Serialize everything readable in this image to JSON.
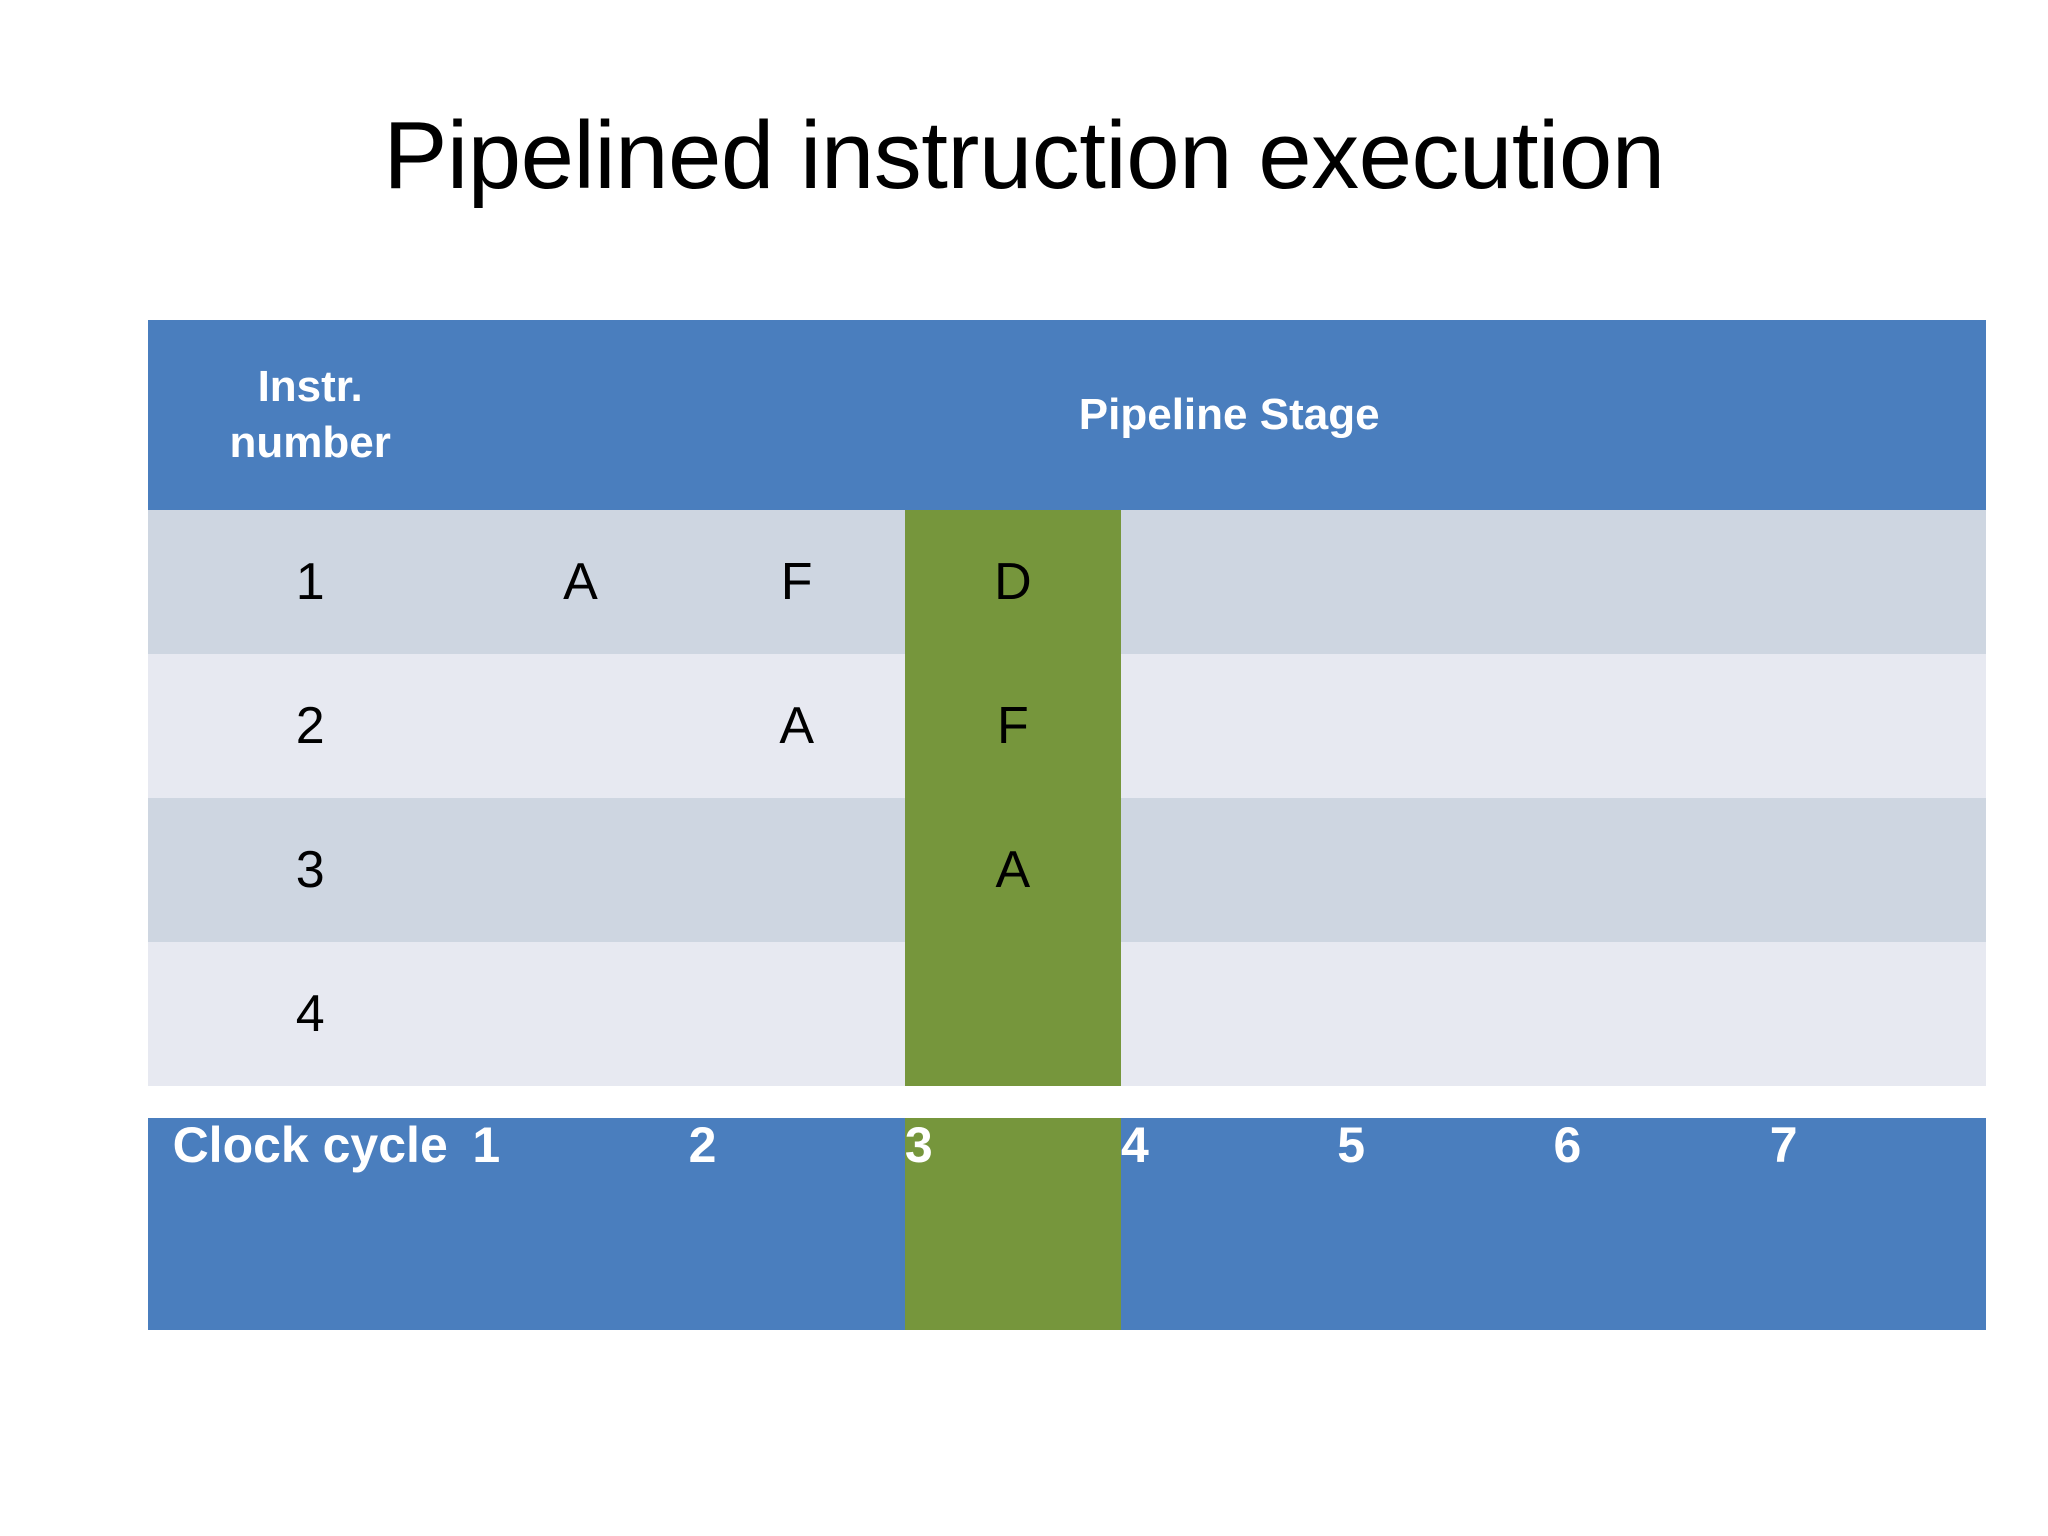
{
  "slide": {
    "title": "Pipelined instruction execution",
    "background": "#FFFFFF"
  },
  "colors": {
    "header_blue": "#4A7EBE",
    "highlight_green": "#76963C",
    "row_odd": "#CED6E1",
    "row_even": "#E7E9F1",
    "grid_line": "#FFFFFF",
    "text_dark": "#000000",
    "text_light": "#FFFFFF"
  },
  "table": {
    "header": {
      "instr_label": "Instr. number",
      "instr_label_line1": "Instr.",
      "instr_label_line2": "number",
      "stage_label": "Pipeline Stage"
    },
    "rows": [
      {
        "instr": "1",
        "cells": [
          "A",
          "F",
          "D",
          "",
          "",
          "",
          ""
        ]
      },
      {
        "instr": "2",
        "cells": [
          "",
          "A",
          "F",
          "",
          "",
          "",
          ""
        ]
      },
      {
        "instr": "3",
        "cells": [
          "",
          "",
          "A",
          "",
          "",
          "",
          ""
        ]
      },
      {
        "instr": "4",
        "cells": [
          "",
          "",
          "",
          "",
          "",
          "",
          ""
        ]
      }
    ],
    "highlighted_column_index": 2
  },
  "clock": {
    "label": "Clock cycle",
    "cycles": [
      "1",
      "2",
      "3",
      "4",
      "5",
      "6",
      "7"
    ],
    "highlighted_cycle": "3"
  }
}
